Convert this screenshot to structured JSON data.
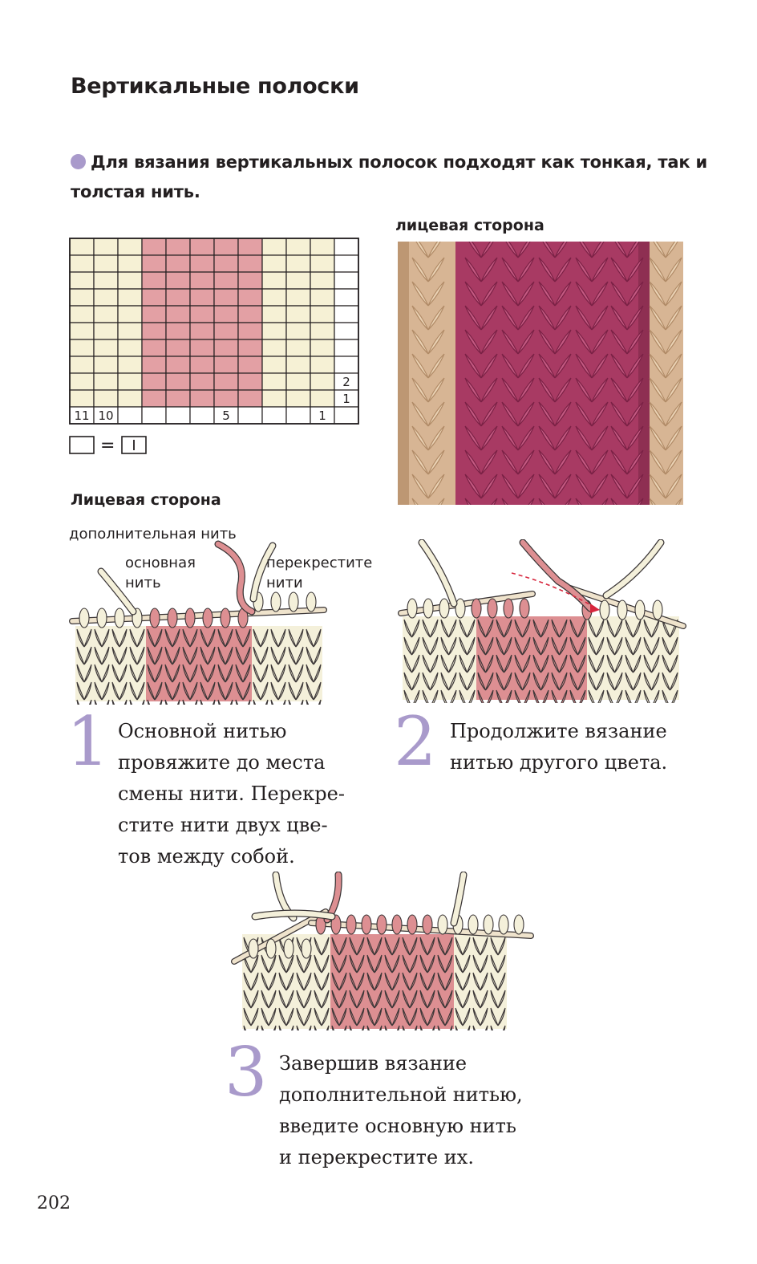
{
  "title": "Вертикальные полоски",
  "intro": "Для вязания вертикальных полосок подходят как тонкая, так и толстая нить.",
  "photo_label": "лицевая сторона",
  "chart": {
    "cols": 12,
    "rows": 11,
    "pink_cols": [
      4,
      5,
      6,
      7,
      8
    ],
    "colors": {
      "cream": "#f6f1d5",
      "pink": "#e3a0a4",
      "line": "#231f20"
    },
    "row_labels": [
      "2",
      "1"
    ],
    "col_labels": [
      "11",
      "10",
      "5",
      "1"
    ],
    "legend_equals": "="
  },
  "section_label": "Лицевая сторона",
  "labels": {
    "extra_thread": "дополнительная нить",
    "main_thread_1": "основная",
    "main_thread_2": "нить",
    "cross_1": "перекрестите",
    "cross_2": "нити"
  },
  "steps": [
    {
      "number": "1",
      "lines": [
        "Основной нитью",
        "провяжите до места",
        "смены нити. Перекре-",
        "стите нити двух цве-",
        "тов между собой."
      ]
    },
    {
      "number": "2",
      "lines": [
        "Продолжите вязание",
        "нитью другого цвета."
      ]
    },
    {
      "number": "3",
      "lines": [
        "Завершив вязание",
        "дополнительной нитью,",
        "введите основную нить",
        "и перекрестите их."
      ]
    }
  ],
  "colors": {
    "accent": "#a99acb",
    "cream_yarn": "#f4f0da",
    "pink_yarn": "#dd8f92",
    "beige_knit": "#d7b594",
    "magenta_knit": "#a83a63"
  },
  "page_number": "202"
}
